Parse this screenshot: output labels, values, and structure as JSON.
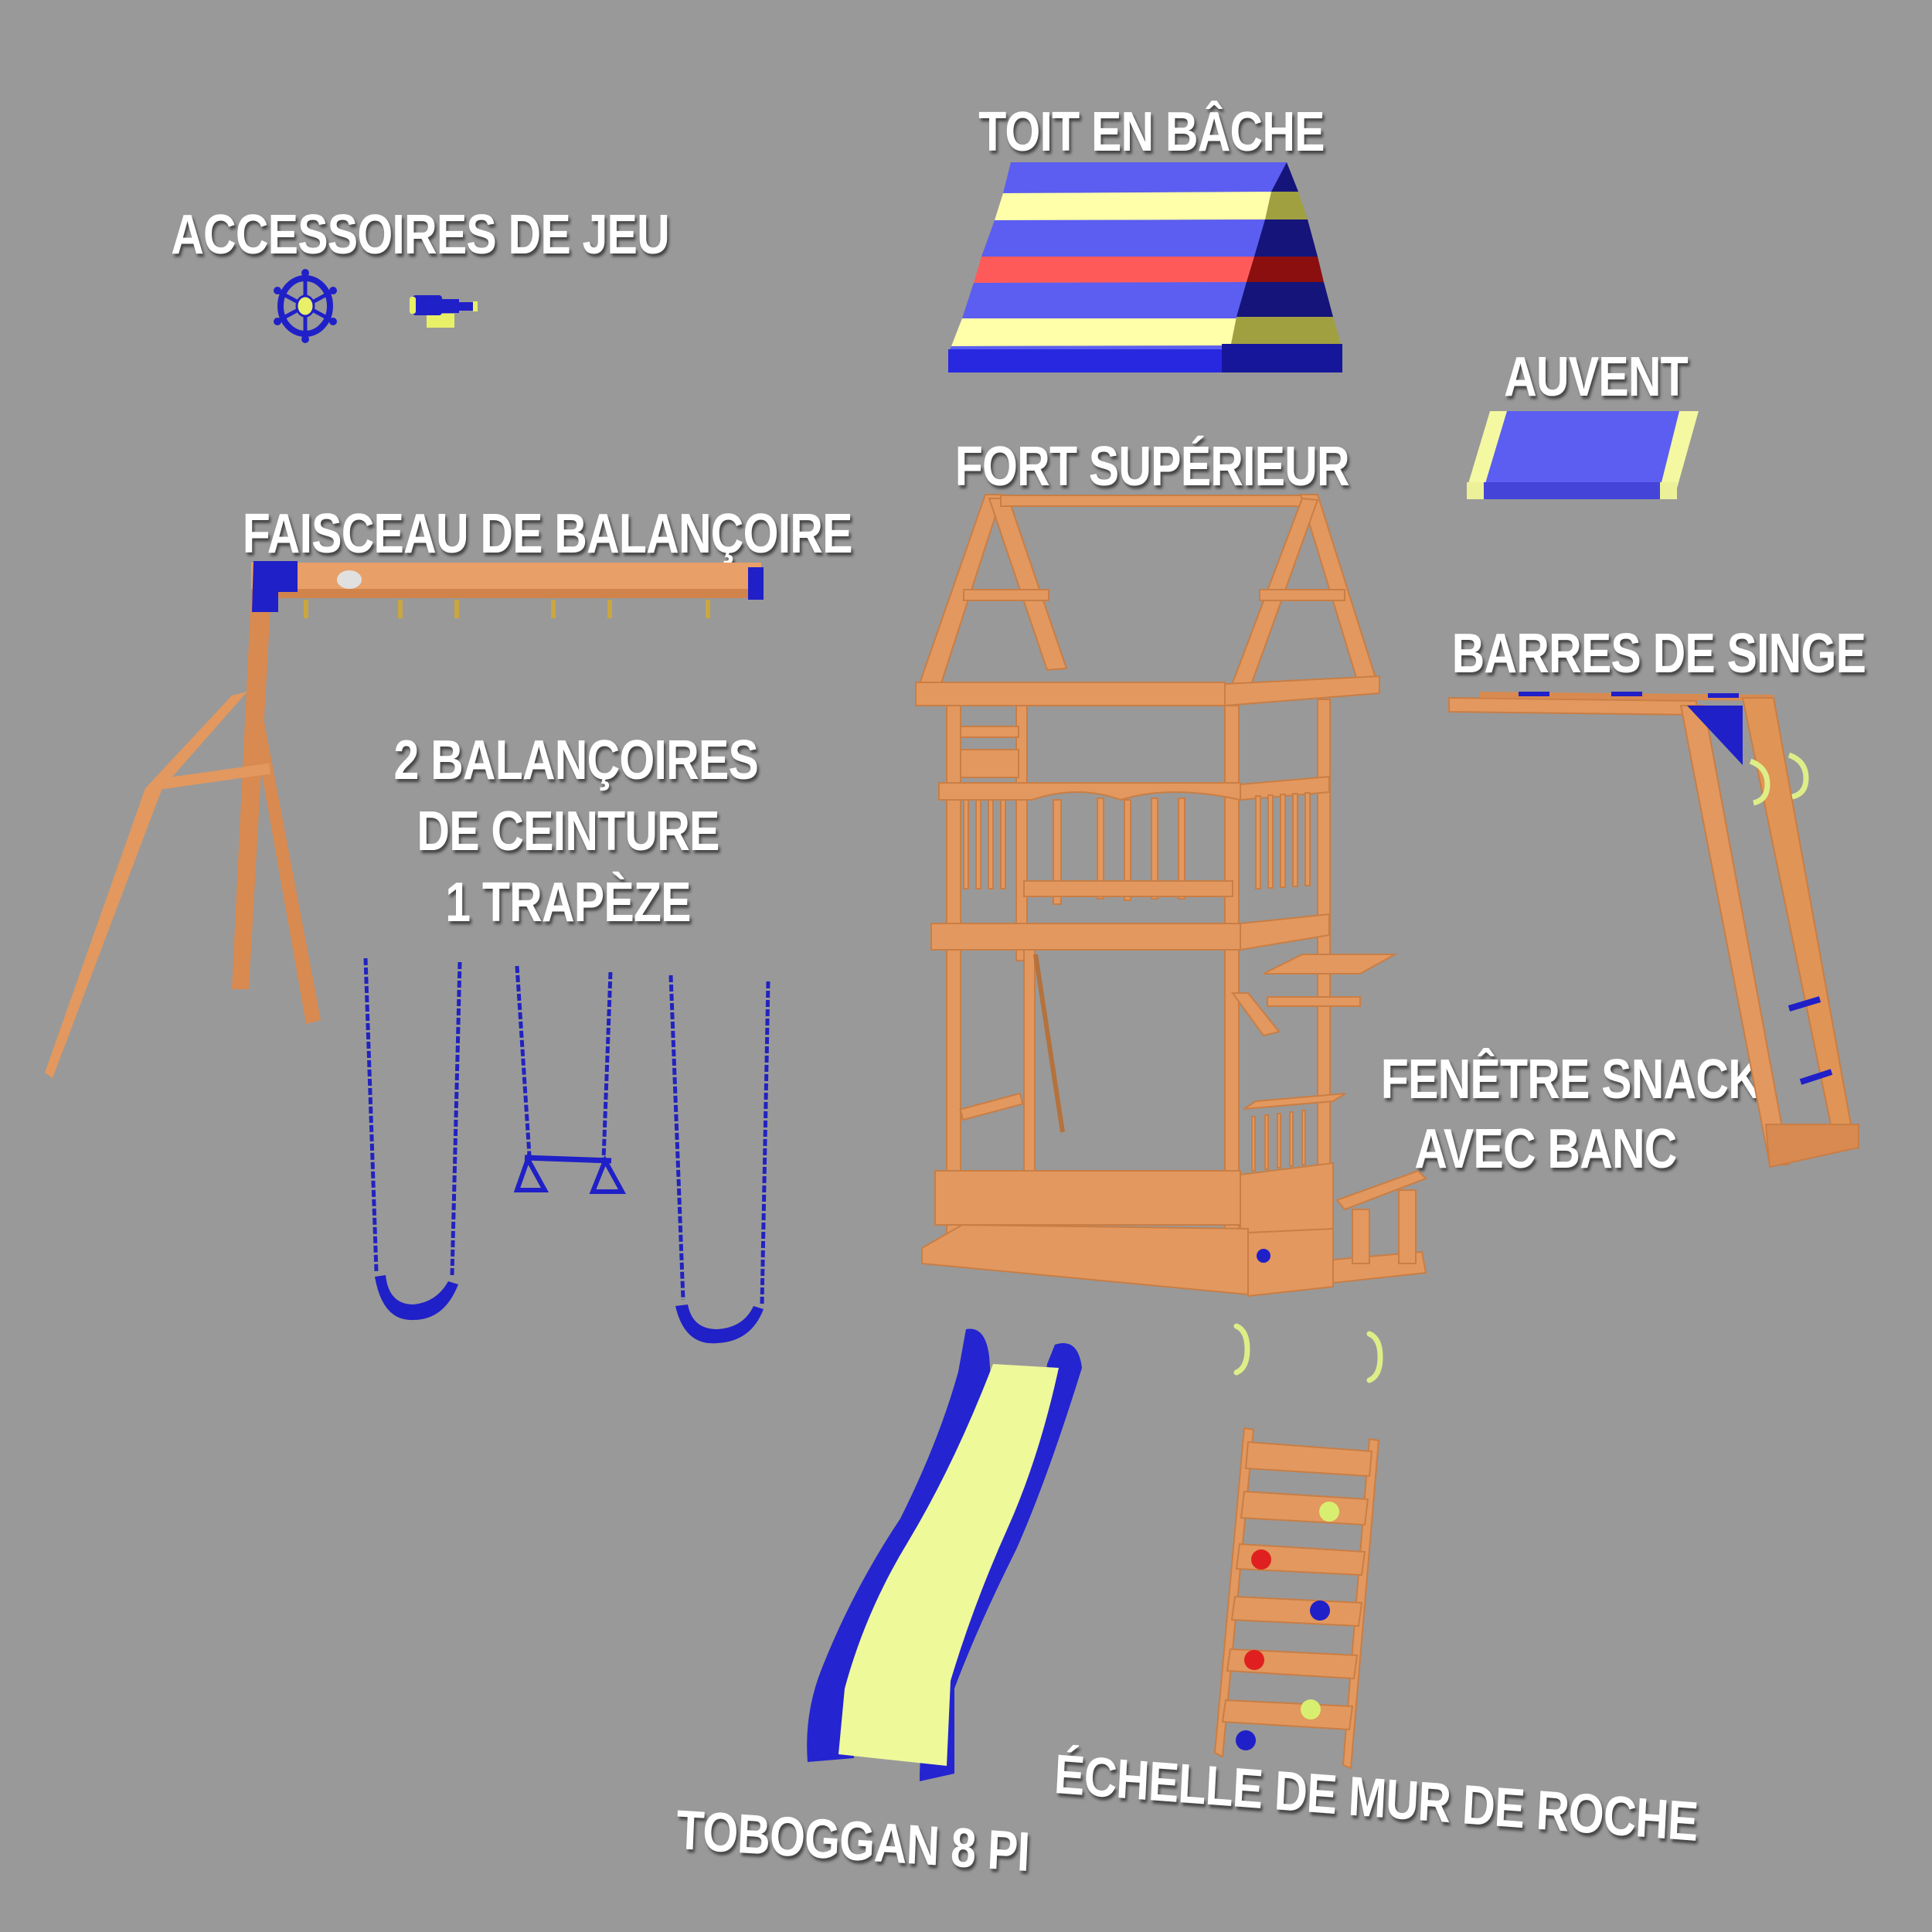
{
  "diagram": {
    "background": "#999999",
    "colors": {
      "wood": "#E2985E",
      "wood_dark": "#C97E45",
      "plastic_blue": "#2020C8",
      "tarp_blue": "#5B5EF0",
      "tarp_yellow": "#FFFFAA",
      "tarp_red": "#FF5A5A",
      "lime": "#E8F58A",
      "brass": "#C9A640",
      "label_text": "#FFFFFF"
    },
    "labels": {
      "accessories": "ACCESSOIRES DE JEU",
      "tarp_roof": "TOIT EN BÂCHE",
      "awning": "AUVENT",
      "upper_fort": "FORT SUPÉRIEUR",
      "swing_beam": "FAISCEAU DE BALANÇOIRE",
      "swings": [
        "2 BALANÇOIRES",
        "DE CEINTURE",
        "1 TRAPÈZE"
      ],
      "monkey_bars": "BARRES DE SINGE",
      "snack_window": [
        "FENÊTRE SNACK",
        "AVEC BANC"
      ],
      "slide": "TOBOGGAN 8 PI",
      "rock_wall": "ÉCHELLE DE MUR DE ROCHE"
    },
    "components": [
      {
        "id": "ship-wheel",
        "group": "accessories"
      },
      {
        "id": "telescope",
        "group": "accessories"
      },
      {
        "id": "tarp-roof",
        "stripes": [
          "blue",
          "yellow",
          "blue",
          "red",
          "blue",
          "yellow",
          "blue"
        ]
      },
      {
        "id": "awning"
      },
      {
        "id": "fort-tower"
      },
      {
        "id": "swing-beam",
        "hooks": 6
      },
      {
        "id": "belt-swing",
        "count": 2
      },
      {
        "id": "trapeze-bar",
        "count": 1
      },
      {
        "id": "monkey-bars"
      },
      {
        "id": "snack-bench"
      },
      {
        "id": "wave-slide"
      },
      {
        "id": "rock-wall-ladder",
        "rock_holds": [
          "lime",
          "red",
          "blue",
          "red",
          "lime",
          "blue"
        ]
      },
      {
        "id": "safety-handles",
        "count": 2
      }
    ]
  }
}
